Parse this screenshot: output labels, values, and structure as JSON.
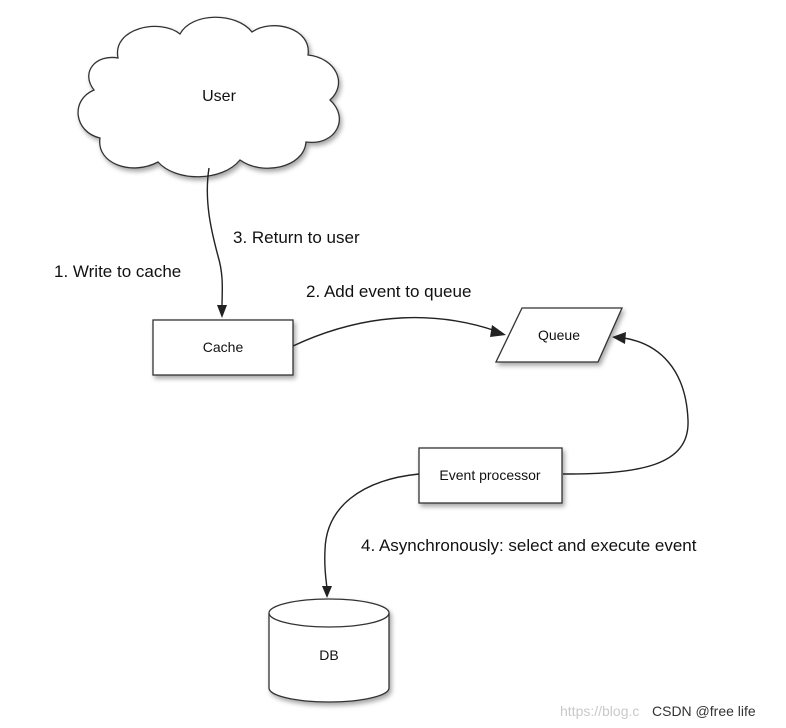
{
  "nodes": {
    "user": "User",
    "cache": "Cache",
    "queue": "Queue",
    "event_processor": "Event processor",
    "db": "DB"
  },
  "edges": {
    "write_to_cache": "1. Write to cache",
    "add_event_to_queue": "2. Add event to queue",
    "return_to_user": "3. Return to user",
    "async_select_execute": "4. Asynchronously: select and execute event"
  },
  "watermark": {
    "blog": "https://blog.c",
    "credit": "CSDN @free  life"
  },
  "colors": {
    "stroke": "#333333",
    "fill": "#ffffff",
    "text": "#111111"
  }
}
